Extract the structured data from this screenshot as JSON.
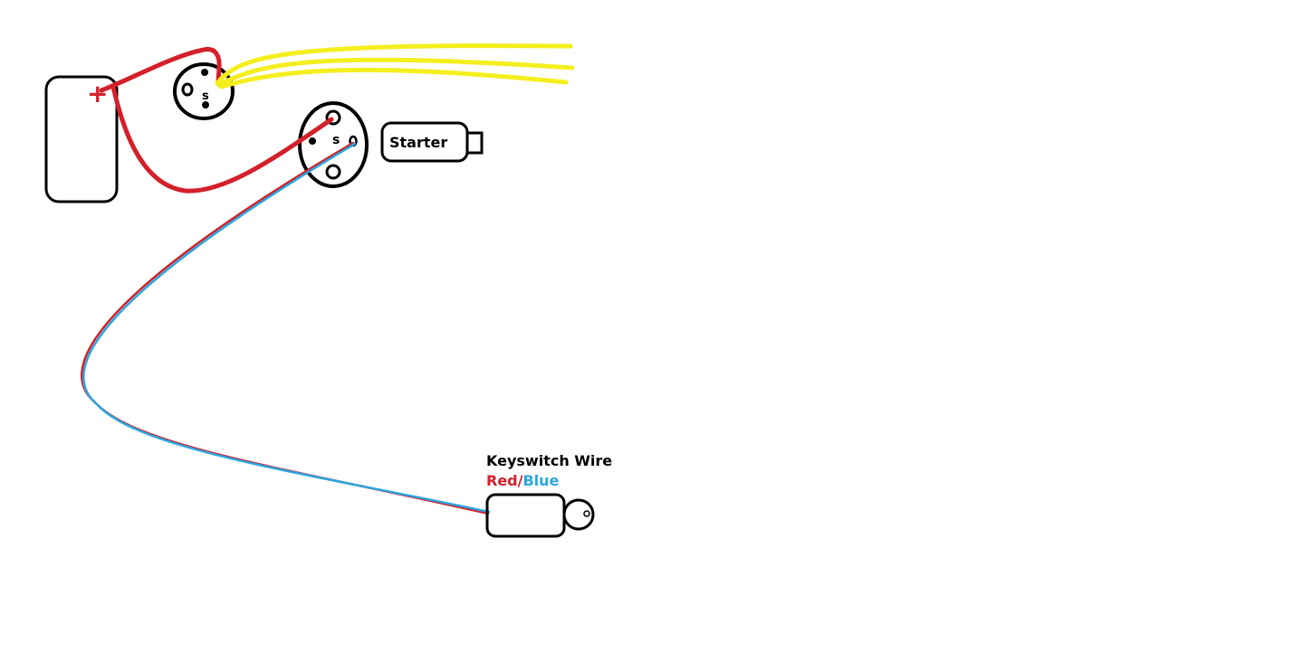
{
  "labels": {
    "battery_plus": "+",
    "solenoid_small_s": "s",
    "solenoid_large_s": "s",
    "starter": "Starter",
    "keyswitch_title": "Keyswitch Wire",
    "keyswitch_color_red": "Red",
    "keyswitch_color_sep": "/",
    "keyswitch_color_blue": "Blue"
  },
  "colors": {
    "battery_wire": "#d3202a",
    "accessory_wire": "#f5ee1e",
    "keyswitch_red": "#d3202a",
    "keyswitch_blue": "#2aa6e0",
    "outline": "#000000",
    "background": "#ffffff"
  }
}
